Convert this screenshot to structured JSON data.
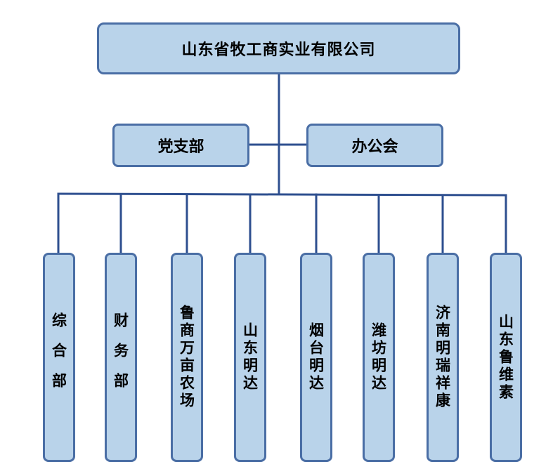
{
  "company": {
    "name": "山东省牧工商实业有限公司"
  },
  "middle": {
    "party": "党支部",
    "office": "办公会"
  },
  "departments": [
    "综合部",
    "财务部",
    "鲁商万亩农场",
    "山东明达",
    "烟台明达",
    "潍坊明达",
    "济南明瑞祥康",
    "山东鲁维素"
  ],
  "colors": {
    "box_fill": "#b9d3ea",
    "box_border": "#4a6ea5",
    "connector": "#2e4f8f"
  }
}
